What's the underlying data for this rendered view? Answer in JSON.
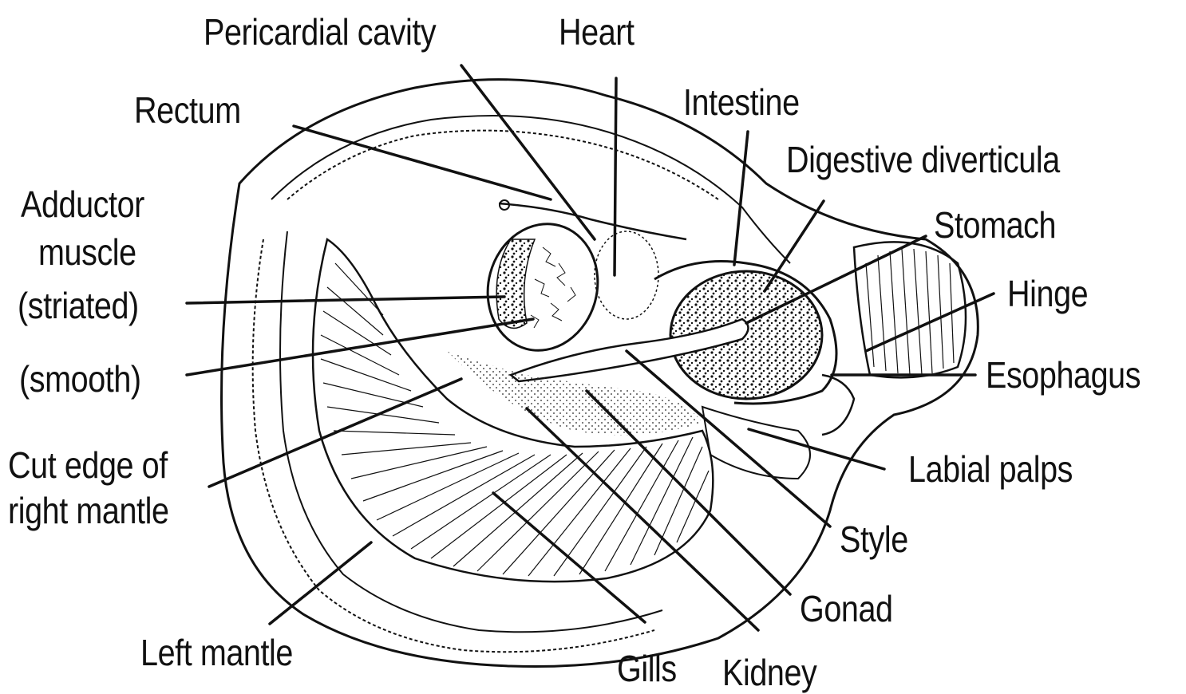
{
  "figure": {
    "labels": {
      "pericardial_cavity": "Pericardial cavity",
      "heart": "Heart",
      "rectum": "Rectum",
      "intestine": "Intestine",
      "digestive_diverticula": "Digestive diverticula",
      "adductor_muscle_line1": "Adductor",
      "adductor_muscle_line2": "muscle",
      "striated": "(striated)",
      "smooth": "(smooth)",
      "stomach": "Stomach",
      "hinge": "Hinge",
      "esophagus": "Esophagus",
      "cut_edge_line1": "Cut edge of",
      "cut_edge_line2": "right mantle",
      "labial_palps": "Labial palps",
      "style": "Style",
      "gonad": "Gonad",
      "left_mantle": "Left mantle",
      "gills": "Gills",
      "kidney": "Kidney"
    },
    "colors": {
      "ink": "#111111",
      "paper": "#ffffff"
    }
  }
}
